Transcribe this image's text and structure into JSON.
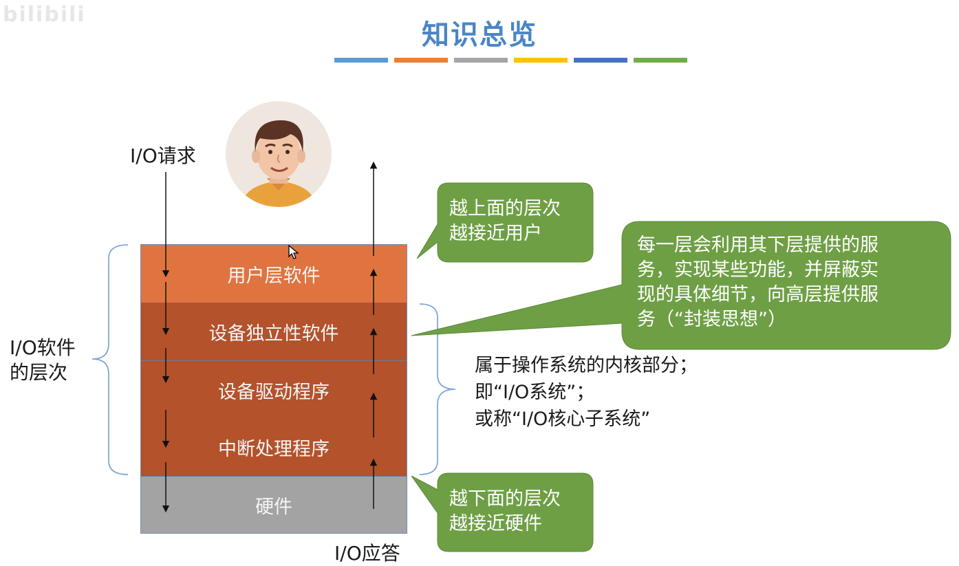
{
  "watermark": "bilibili",
  "title": "知识总览",
  "colors": {
    "title": "#4a86c5",
    "bars": [
      "#5b9bd5",
      "#ed7d31",
      "#a5a5a5",
      "#ffc000",
      "#4472c4",
      "#70ad47"
    ],
    "user_layer": "#e07440",
    "kernel_layer": "#b3522b",
    "hardware_layer": "#a3a3a3",
    "callout": "#6e9f45",
    "brace": "#7fa7d4"
  },
  "io_request": "I/O请求",
  "io_response": "I/O应答",
  "stack_label": [
    "I/O软件",
    "的层次"
  ],
  "layers": {
    "user": "用户层软件",
    "independent": "设备独立性软件",
    "driver": "设备驱动程序",
    "interrupt": "中断处理程序",
    "hardware": "硬件"
  },
  "callouts": {
    "top": [
      "越上面的层次",
      "越接近用户"
    ],
    "services": [
      "每一层会利用其下层提供的服",
      "务，实现某些功能，并屏蔽实",
      "现的具体细节，向高层提供服",
      "务（“封装思想”）"
    ],
    "bottom": [
      "越下面的层次",
      "越接近硬件"
    ]
  },
  "kernel_note": [
    "属于操作系统的内核部分；",
    "即“I/O系统”；",
    "或称“I/O核心子系统”"
  ]
}
